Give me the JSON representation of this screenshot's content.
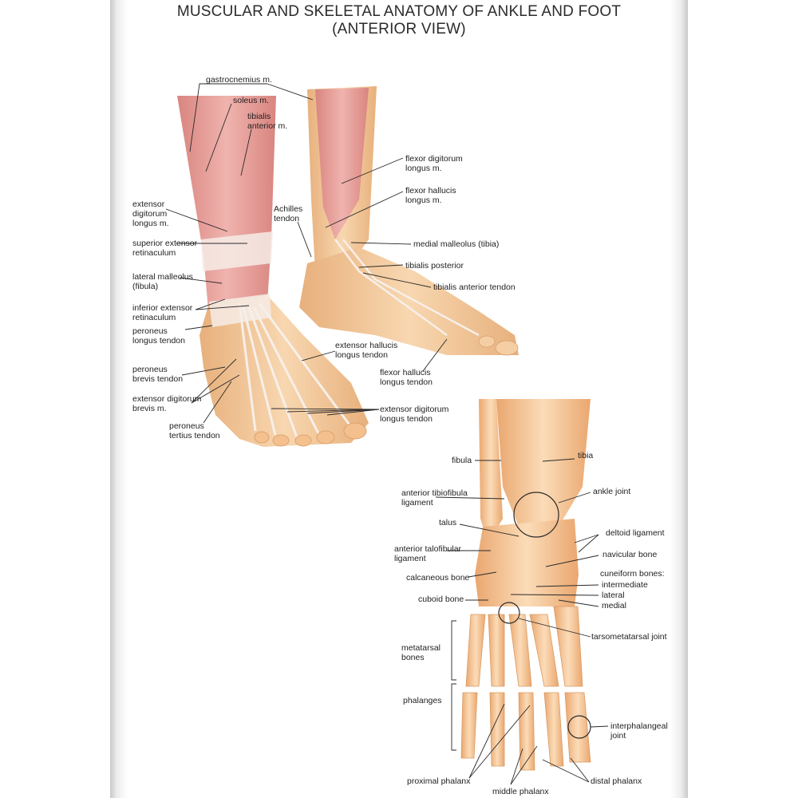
{
  "title": {
    "line1": "MUSCULAR AND SKELETAL ANATOMY OF ANKLE AND FOOT",
    "line2": "(ANTERIOR VIEW)"
  },
  "colors": {
    "muscle": "#e9a3a3",
    "muscle_dark": "#c9726f",
    "tendon": "#f3e6de",
    "skin": "#f2c89a",
    "bone": "#f4c79a",
    "bone_dark": "#d99b63"
  },
  "labels": {
    "gastrocnemius": "gastrocnemius m.",
    "soleus": "soleus m.",
    "tibialis_anterior": "tibialis\nanterior m.",
    "extensor_digitorum_longus_m": "extensor\ndigitorum\nlongus m.",
    "superior_extensor_retinaculum": "superior extensor\nretinaculum",
    "lateral_malleolus": "lateral malleolus\n(fibula)",
    "inferior_extensor_retinaculum": "inferior extensor\nretinaculum",
    "peroneus_longus_tendon": "peroneus\nlongus tendon",
    "peroneus_brevis_tendon": "peroneus\nbrevis tendon",
    "extensor_digitorum_brevis": "extensor digitorum\nbrevis m.",
    "peroneus_tertius_tendon": "peroneus\ntertius tendon",
    "achilles_tendon": "Achilles\ntendon",
    "flexor_digitorum_longus": "flexor digitorum\nlongus m.",
    "flexor_hallucis_longus_m": "flexor hallucis\nlongus m.",
    "medial_malleolus": "medial malleolus (tibia)",
    "tibialis_posterior": "tibialis posterior",
    "tibialis_anterior_tendon": "tibialis anterior tendon",
    "extensor_hallucis_longus_tendon": "extensor hallucis\nlongus tendon",
    "flexor_hallucis_longus_tendon": "flexor hallucis\nlongus tendon",
    "extensor_digitorum_longus_tendon": "extensor digitorum\nlongus tendon",
    "fibula": "fibula",
    "tibia": "tibia",
    "anterior_tibiofibula_ligament": "anterior tibiofibula\nligament",
    "ankle_joint": "ankle joint",
    "talus": "talus",
    "deltoid_ligament": "deltoid ligament",
    "anterior_talofibular_ligament": "anterior talofibular\nligament",
    "navicular_bone": "navicular bone",
    "calcaneous_bone": "calcaneous bone",
    "cuneiform_bones": "cuneiform bones:",
    "intermediate": "intermediate",
    "lateral": "lateral",
    "cuboid_bone": "cuboid bone",
    "medial": "medial",
    "tarsometatarsal_joint": "tarsometatarsal joint",
    "metatarsal_bones": "metatarsal\nbones",
    "phalanges": "phalanges",
    "interphalangeal_joint": "interphalangeal\njoint",
    "proximal_phalanx": "proximal phalanx",
    "distal_phalanx": "distal phalanx",
    "middle_phalanx": "middle phalanx"
  }
}
